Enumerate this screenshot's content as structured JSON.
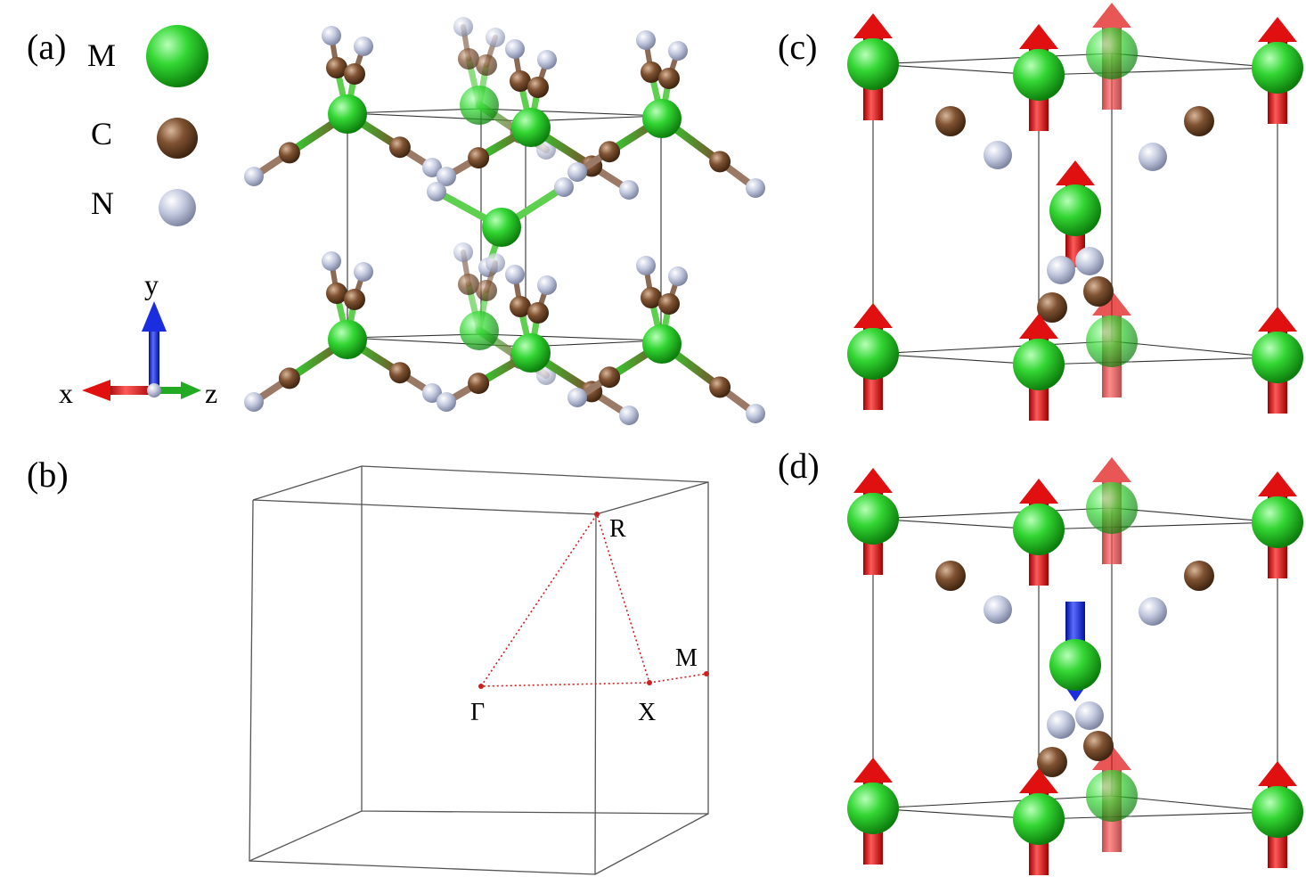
{
  "panels": {
    "a": "(a)",
    "b": "(b)",
    "c": "(c)",
    "d": "(d)"
  },
  "legend": {
    "metal": "M",
    "carbon": "C",
    "nitrogen": "N"
  },
  "axes": {
    "x": "x",
    "y": "y",
    "z": "z"
  },
  "kpoints": {
    "gamma": "Γ",
    "x": "X",
    "m": "M",
    "r": "R"
  },
  "colors": {
    "metal": "#22c022",
    "carbon": "#7a4e2d",
    "nitrogen": "#b8bfd6",
    "spin_up": "#e01010",
    "spin_down": "#1a2ee0",
    "axis_x": "#e01010",
    "axis_y": "#1a2ee0",
    "axis_z": "#22aa22",
    "kpath": "#cc1f1f"
  }
}
